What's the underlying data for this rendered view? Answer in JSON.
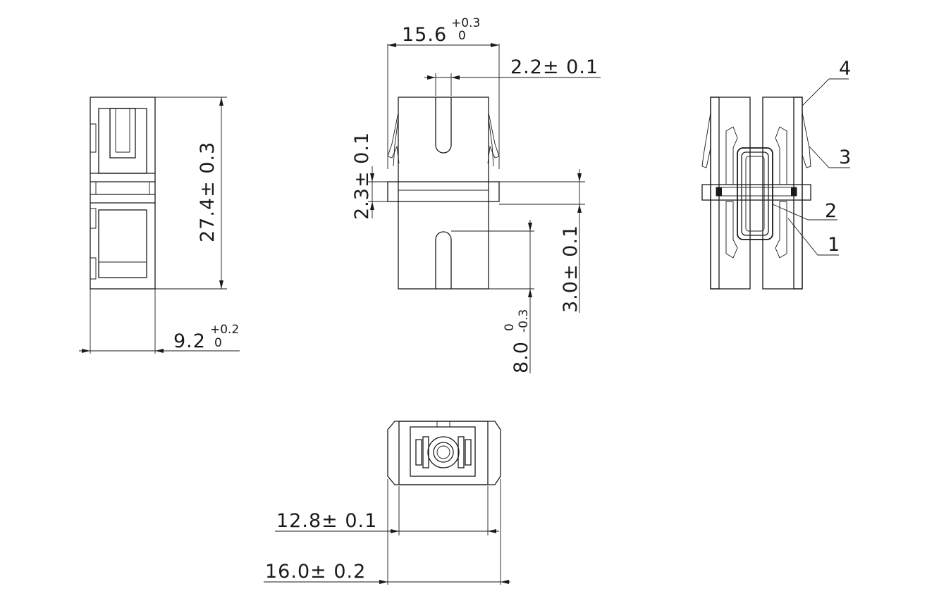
{
  "dimensions": {
    "overall_height": "27.4± 0.3",
    "side_width_main": "9.2",
    "side_width_tol_upper": "+0.2",
    "side_width_tol_lower": "0",
    "top_width_main": "15.6",
    "top_width_tol_upper": "+0.3",
    "top_width_tol_lower": "0",
    "slot_width": "2.2± 0.1",
    "flange_height": "2.3± 0.1",
    "flange_offset": "3.0± 0.1",
    "slot_depth_main": "8.0",
    "slot_depth_tol_upper": "0",
    "slot_depth_tol_lower": "-0.3",
    "inner_width": "12.8± 0.1",
    "outer_width": "16.0± 0.2"
  },
  "callouts": [
    "4",
    "3",
    "2",
    "1"
  ]
}
